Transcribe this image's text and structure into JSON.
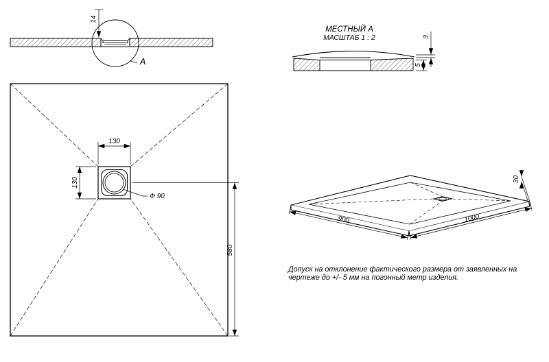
{
  "section_view": {
    "dim_thickness": "14",
    "detail_label": "A"
  },
  "detail_view": {
    "title": "МЕСТНЫЙ А",
    "scale": "МАСШТАБ 1 : 2",
    "dim_top": "3",
    "dim_edge": "5"
  },
  "plan_view": {
    "dim_drain_width": "130",
    "dim_drain_height": "130",
    "dim_drain_diameter": "Ф 90",
    "dim_center_to_edge": "580"
  },
  "iso_view": {
    "dim_width": "900",
    "dim_length": "1000",
    "dim_height": "30"
  },
  "note": {
    "line1": "Допуск на отклонение фактического размера от заявленных на",
    "line2": "чертеже до +/- 5 мм на погонный метр изделия."
  },
  "colors": {
    "line": "#000000",
    "background": "#ffffff"
  }
}
